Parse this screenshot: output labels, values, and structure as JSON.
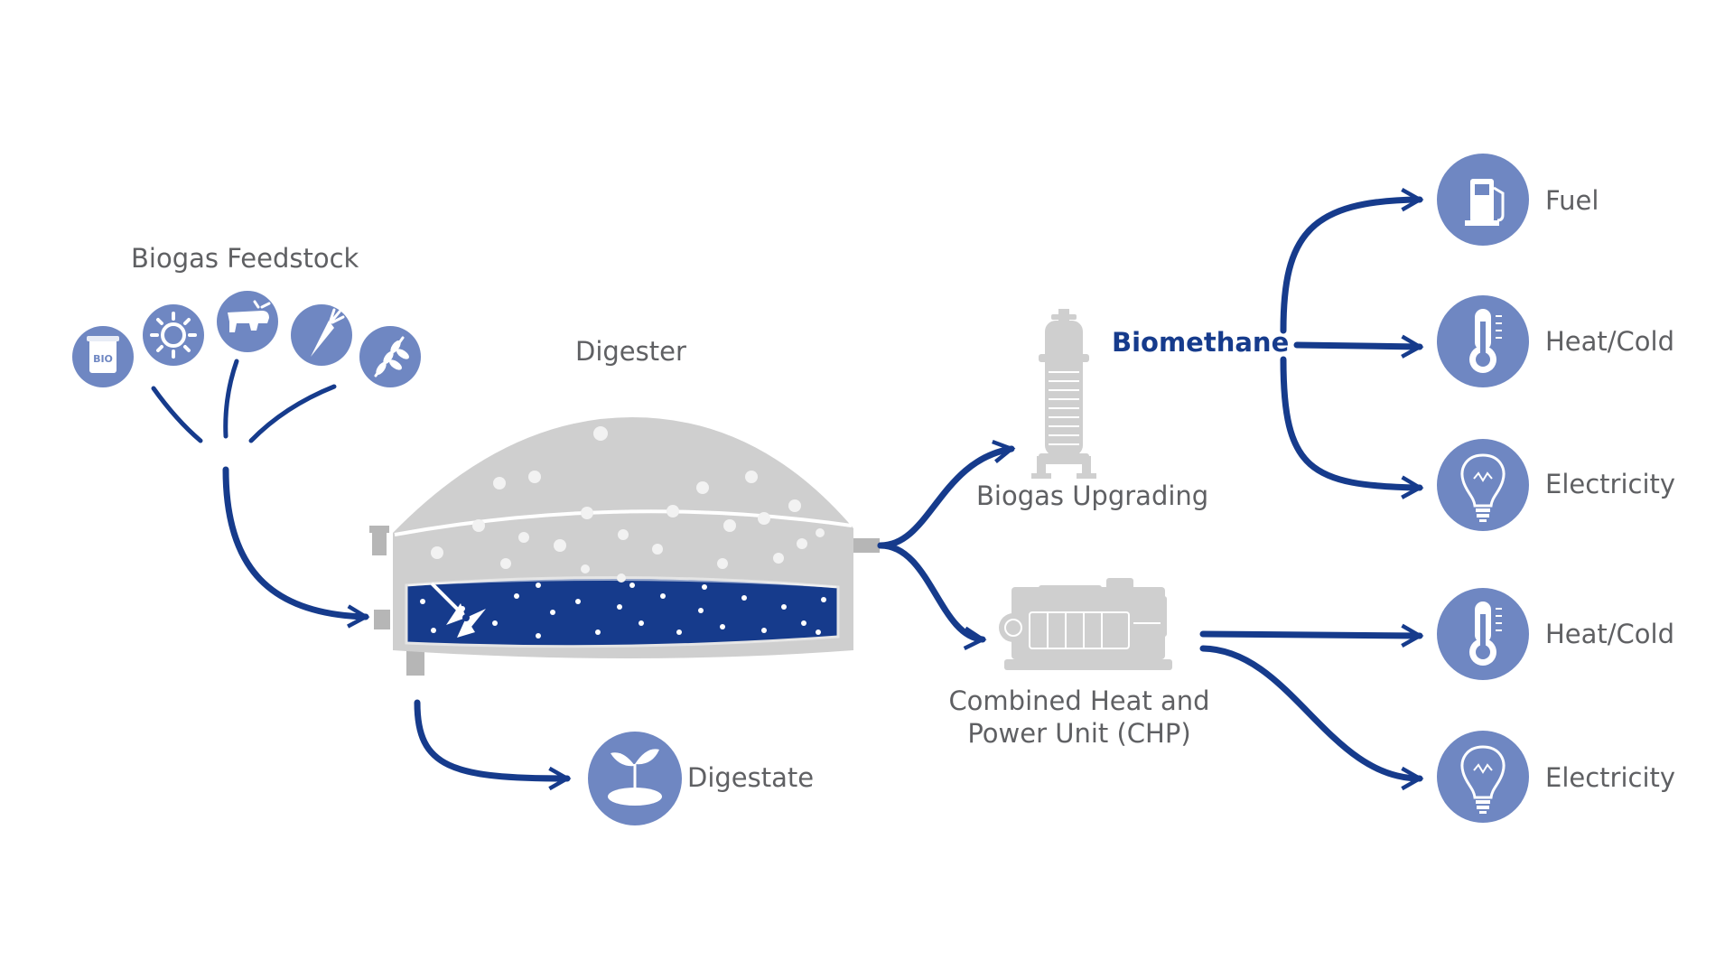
{
  "colors": {
    "primary_blue": "#163b8c",
    "light_blue": "#6f87c2",
    "gray": "#cfcfcf",
    "dark_gray": "#b6b6b6",
    "text_gray": "#5f6063"
  },
  "labels": {
    "feedstock": "Biogas Feedstock",
    "digester": "Digester",
    "digestate": "Digestate",
    "upgrading": "Biogas Upgrading",
    "biomethane": "Biomethane",
    "chp_line1": "Combined Heat and",
    "chp_line2": "Power Unit (CHP)",
    "fuel": "Fuel",
    "heat_cold_1": "Heat/Cold",
    "electricity_1": "Electricity",
    "heat_cold_2": "Heat/Cold",
    "electricity_2": "Electricity"
  },
  "feedstock_icons": [
    "bio-waste-bin-icon",
    "sun-icon",
    "cow-icon",
    "carrot-icon",
    "wheat-icon"
  ],
  "output_icons": [
    "fuel-pump-icon",
    "thermometer-icon",
    "light-bulb-icon",
    "thermometer-icon",
    "light-bulb-icon"
  ],
  "badges": {
    "bio": "BIO"
  }
}
